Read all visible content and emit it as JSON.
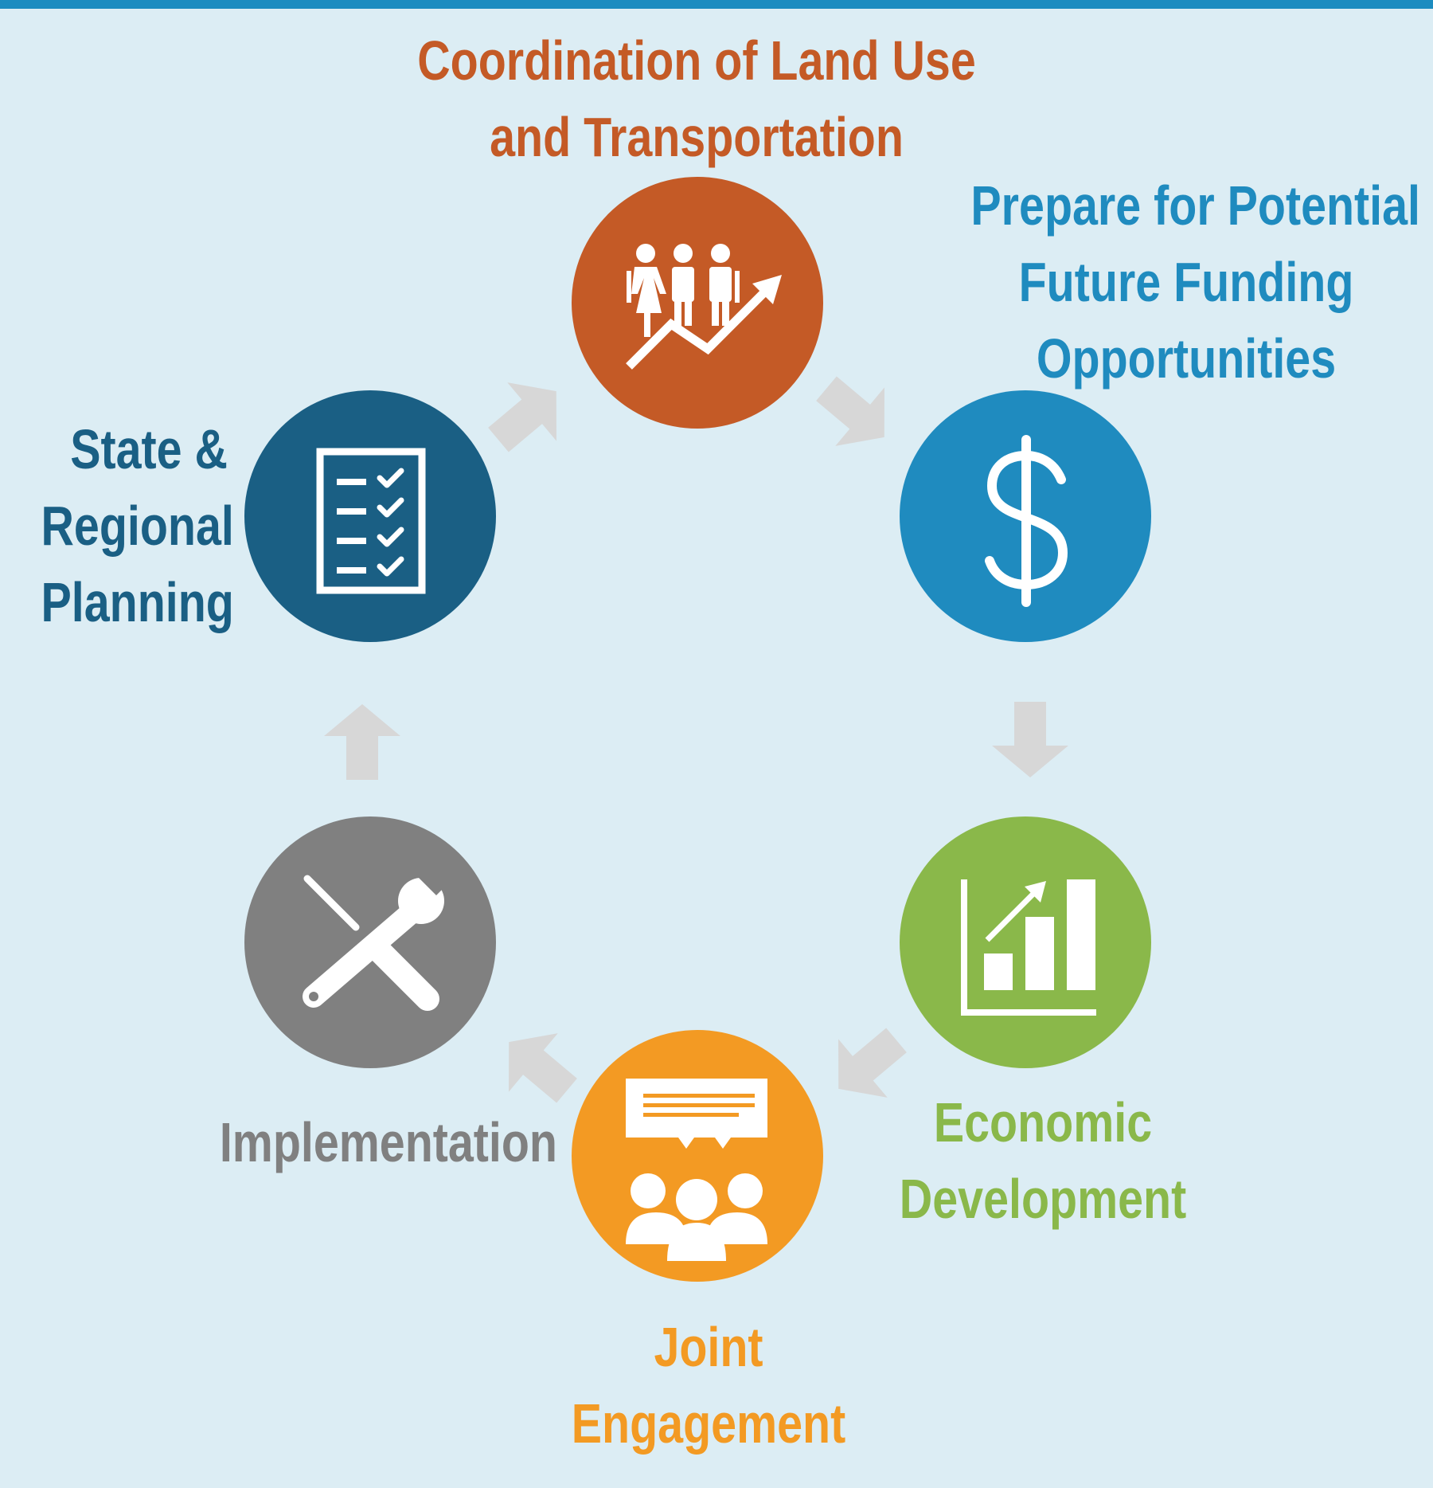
{
  "title_bar_color": "#1c8cc0",
  "background_color": "#dcedf4",
  "arrow_color": "#d7d7d7",
  "stages": {
    "coordination": {
      "lines": [
        "Coordination of Land Use",
        "and Transportation"
      ],
      "color": "#c45a26",
      "icon": "people-trend-up-icon"
    },
    "funding": {
      "lines": [
        "Prepare for Potential",
        "Future Funding",
        "Opportunities"
      ],
      "color": "#1f8bbf",
      "icon": "dollar-icon"
    },
    "economic": {
      "lines": [
        "Economic",
        "Development"
      ],
      "color": "#8ab84a",
      "label_color": "#8ab84a",
      "icon": "bar-chart-growth-icon"
    },
    "joint": {
      "lines": [
        "Joint",
        "Engagement"
      ],
      "color": "#f39a23",
      "icon": "meeting-speech-icon"
    },
    "implementation": {
      "lines": [
        "Implementation"
      ],
      "color": "#808080",
      "icon": "tools-icon"
    },
    "state": {
      "lines": [
        "State &",
        "Regional",
        "Planning"
      ],
      "color": "#1a5f84",
      "icon": "checklist-icon"
    }
  }
}
